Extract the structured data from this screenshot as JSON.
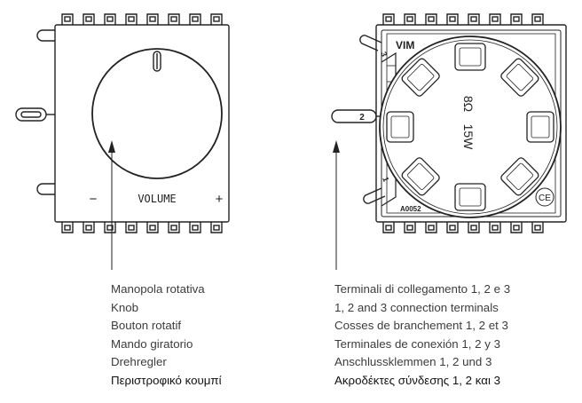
{
  "knob_panel": {
    "volume_label": "VOLUME",
    "minus_label": "−",
    "plus_label": "+"
  },
  "speaker_panel": {
    "impedance_label": "8Ω",
    "power_label": "15W",
    "brand_label": "VIM",
    "code_label": "A0052",
    "ce_mark": "CE",
    "terminal_labels": [
      "3",
      "2",
      "1"
    ]
  },
  "captions": {
    "knob": [
      "Manopola rotativa",
      "Knob",
      "Bouton rotatif",
      "Mando giratorio",
      "Drehregler",
      "Περιστροφικό κουμπί"
    ],
    "terminals": [
      "Terminali di collegamento 1, 2 e 3",
      "1, 2 and 3 connection terminals",
      "Cosses de branchement 1, 2 et 3",
      "Terminales de conexión 1, 2 y 3",
      "Anschlussklemmen 1, 2 und 3",
      "Ακροδέκτες σύνδεσης 1, 2 και 3"
    ]
  }
}
